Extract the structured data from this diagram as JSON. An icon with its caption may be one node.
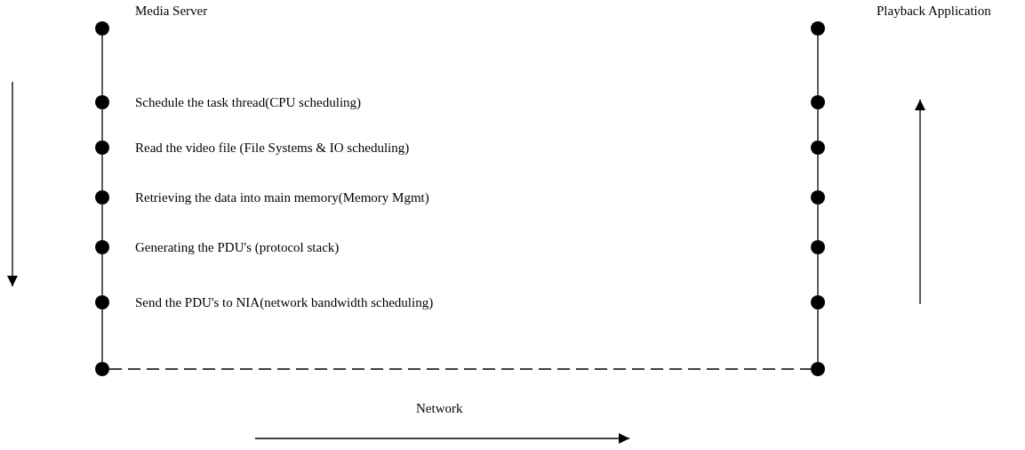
{
  "diagram": {
    "nodes": [
      {
        "text": [],
        "shape": "circle",
        "beside": [
          "Media Server"
        ]
      },
      {
        "text": [],
        "shape": "circle",
        "beside": [
          "Schedule the task thread(CPU scheduling)"
        ]
      },
      {
        "text": [],
        "shape": "circle",
        "beside": [
          "Read the video file (File Systems & IO scheduling)"
        ]
      },
      {
        "text": [],
        "shape": "circle",
        "beside": [
          "Retrieving the data into main memory(Memory Mgmt)"
        ]
      },
      {
        "text": [],
        "shape": "circle",
        "beside": [
          "Generating the PDU's (protocol stack)"
        ]
      },
      {
        "text": [],
        "shape": "circle",
        "beside": [
          "Send the PDU's to NIA(network  bandwidth scheduling)"
        ]
      },
      {
        "text": [],
        "shape": "circle"
      },
      {
        "text": [],
        "shape": "circle",
        "beside": [
          "Playback Application"
        ]
      },
      {
        "text": [],
        "shape": "circle"
      },
      {
        "text": [],
        "shape": "circle"
      },
      {
        "text": [],
        "shape": "circle"
      },
      {
        "text": [],
        "shape": "circle"
      },
      {
        "text": [],
        "shape": "circle"
      },
      {
        "text": [],
        "shape": "circle"
      }
    ],
    "edges": [
      {
        "from": 0,
        "to": 1,
        "arrow": "none"
      },
      {
        "from": 1,
        "to": 2,
        "arrow": "none"
      },
      {
        "from": 2,
        "to": 3,
        "arrow": "none"
      },
      {
        "from": 3,
        "to": 4,
        "arrow": "none"
      },
      {
        "from": 4,
        "to": 5,
        "arrow": "none"
      },
      {
        "from": 5,
        "to": 6,
        "arrow": "none"
      },
      {
        "from": 7,
        "to": 8,
        "arrow": "none"
      },
      {
        "from": 8,
        "to": 9,
        "arrow": "none"
      },
      {
        "from": 9,
        "to": 10,
        "arrow": "none"
      },
      {
        "from": 10,
        "to": 11,
        "arrow": "none"
      },
      {
        "from": 11,
        "to": 12,
        "arrow": "none"
      },
      {
        "from": 12,
        "to": 13,
        "arrow": "none"
      },
      {
        "from": 6,
        "to": 13,
        "arrow": "none",
        "style": "dashed"
      }
    ],
    "labels": [
      "Network"
    ]
  }
}
